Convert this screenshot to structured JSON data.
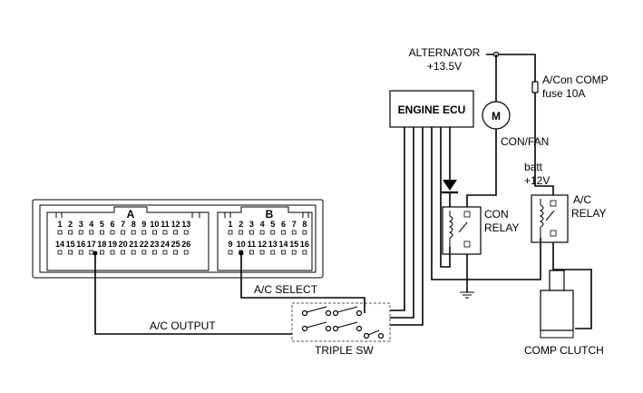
{
  "labels": {
    "alternator": "ALTERNATOR",
    "alternator_voltage": "+13.5V",
    "fuse_line1": "A/Con COMP",
    "fuse_line2": "fuse 10A",
    "ecu": "ENGINE  ECU",
    "motor_symbol": "M",
    "con_fan": "CON/FAN",
    "batt_line1": "batt",
    "batt_line2": "+12V",
    "con_relay_line1": "CON",
    "con_relay_line2": "RELAY",
    "ac_relay_line1": "A/C",
    "ac_relay_line2": "RELAY",
    "connector_a": "A",
    "connector_b": "B",
    "ac_select": "A/C SELECT",
    "ac_output": "A/C OUTPUT",
    "triple_sw": "TRIPLE SW",
    "comp_clutch": "COMP CLUTCH"
  },
  "connector_a_pins": {
    "top": [
      "1",
      "2",
      "3",
      "4",
      "5",
      "6",
      "7",
      "8",
      "9",
      "10",
      "11",
      "12",
      "13"
    ],
    "bottom": [
      "14",
      "15",
      "16",
      "17",
      "18",
      "19",
      "20",
      "21",
      "22",
      "23",
      "24",
      "25",
      "26"
    ]
  },
  "connector_b_pins": {
    "top": [
      "1",
      "2",
      "3",
      "4",
      "5",
      "6",
      "7",
      "8"
    ],
    "bottom": [
      "9",
      "10",
      "11",
      "12",
      "13",
      "14",
      "15",
      "16"
    ]
  }
}
